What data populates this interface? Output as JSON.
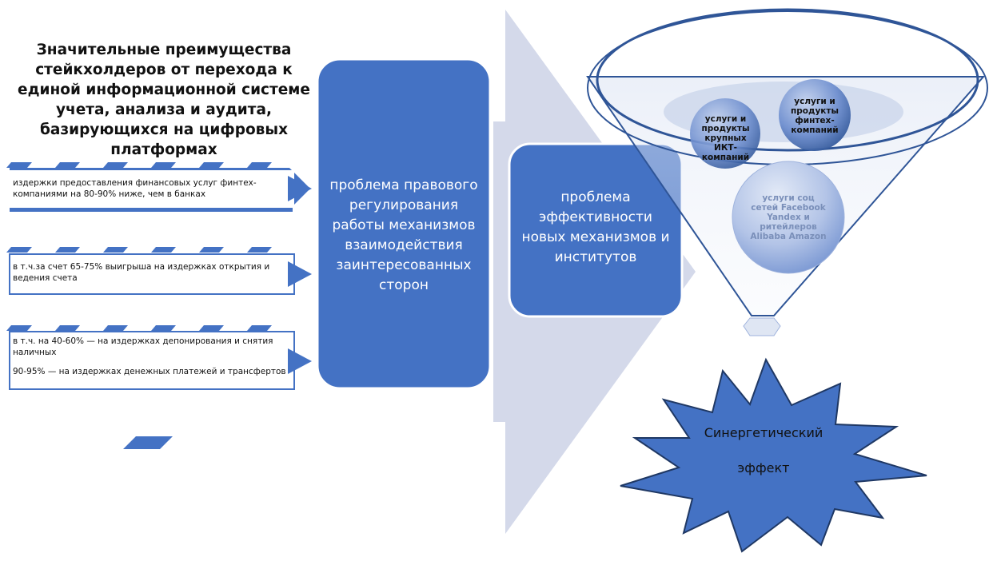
{
  "title": "Значительные преимущества стейкхолдеров от перехода к единой информационной системе учета, анализа и аудита, базирующихся на цифровых платформах",
  "items": [
    {
      "text": "издержки предоставления финансовых услуг финтех-компаниями на 80-90% ниже, чем в банках"
    },
    {
      "text": "в т.ч.за счет 65-75% выигрыша на издержках открытия и ведения счета"
    },
    {
      "text_1": "в т.ч. на 40-60% — на издержках депонирования и снятия наличных",
      "text_2": "90-95% — на издержках денежных платежей и трансфертов"
    }
  ],
  "box_left": "проблема правового регулирования работы механизмов взаимодействия заинтересованных сторон",
  "box_right": "проблема эффективности новых механизмов и институтов",
  "funnel": {
    "circle_ict": "услуги и продукты крупных ИКТ-компаний",
    "circle_fintech": "услуги и продукты финтех-компаний",
    "circle_social": "услуги соц сетей Facebook Yandex и ритейлеров Alibaba Amazon"
  },
  "star": {
    "line1": "Синергетический",
    "line2": "эффект"
  },
  "colors": {
    "box_blue": "#4472c4",
    "box_border": "#ffffff",
    "arrow_light": "#d4d9ea",
    "chevron_blue": "#4472c4",
    "funnel_stroke": "#2f5597",
    "star_fill": "#4472c4"
  }
}
